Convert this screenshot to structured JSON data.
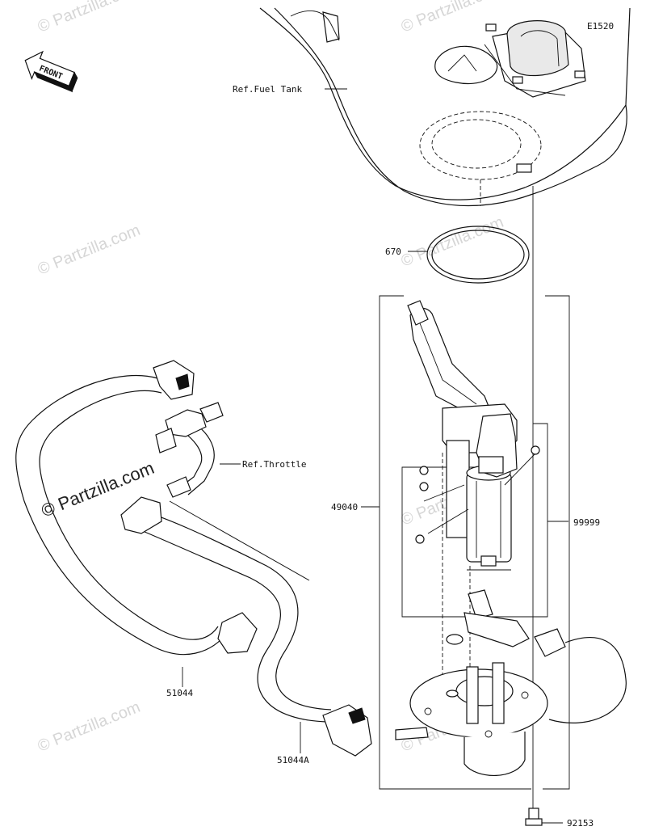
{
  "diagram_code": "E1520",
  "front_label": "FRONT",
  "watermark": "© Partzilla.com",
  "labels": {
    "fuel_tank": "Ref.Fuel Tank",
    "throttle": "Ref.Throttle",
    "oring": "670",
    "pump_assy": "49040",
    "kit": "99999",
    "hose_1": "51044",
    "hose_2": "51044A",
    "bolt": "92153"
  }
}
